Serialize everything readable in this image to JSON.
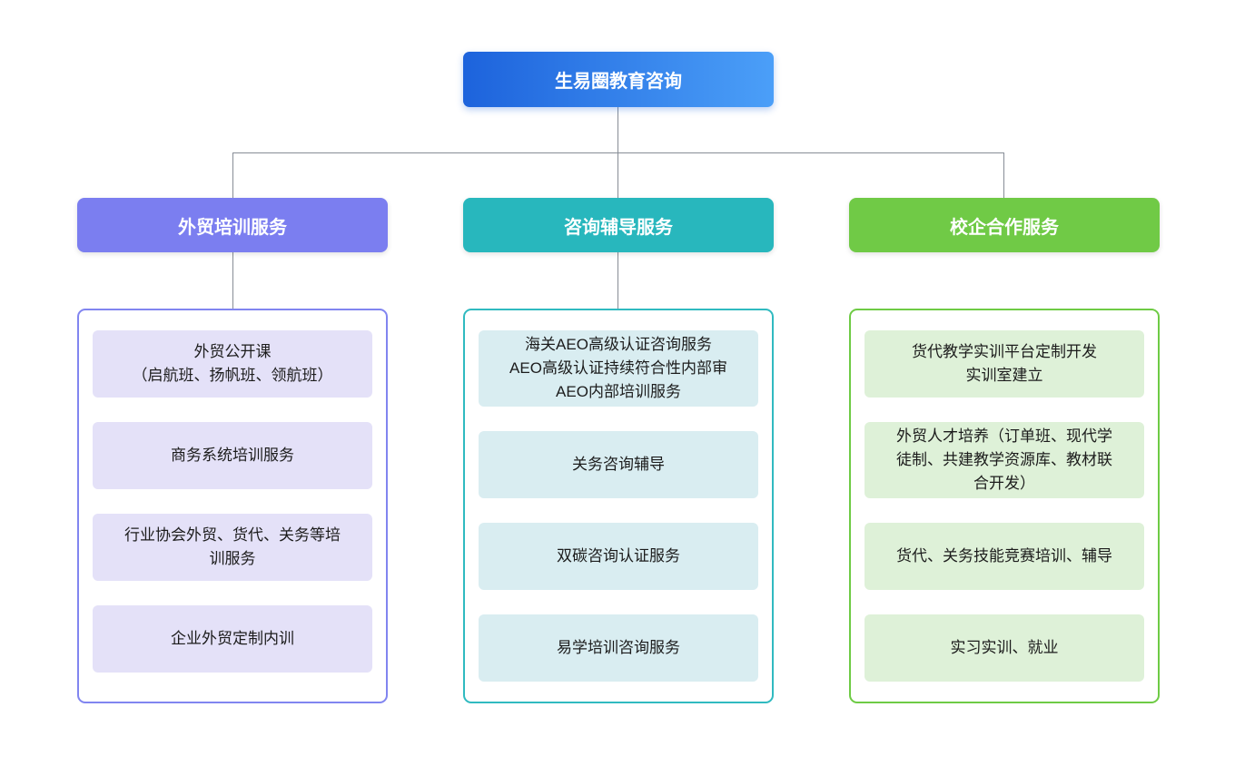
{
  "colors": {
    "root_gradient_start": "#1d63dc",
    "root_gradient_end": "#4b9ff8",
    "branch1_accent": "#7b7ef0",
    "branch1_item_bg": "#e4e1f8",
    "branch2_accent": "#28b7bd",
    "branch2_item_bg": "#d9edf1",
    "branch3_accent": "#70ca46",
    "branch3_item_bg": "#def1d8",
    "connector": "#878d96"
  },
  "root": {
    "label": "生易圈教育咨询"
  },
  "branches": [
    {
      "label": "外贸培训服务",
      "items": [
        "外贸公开课\n（启航班、扬帆班、领航班）",
        "商务系统培训服务",
        "行业协会外贸、货代、关务等培训服务",
        "企业外贸定制内训"
      ]
    },
    {
      "label": "咨询辅导服务",
      "items": [
        "海关AEO高级认证咨询服务\nAEO高级认证持续符合性内部审\nAEO内部培训服务",
        "关务咨询辅导",
        "双碳咨询认证服务",
        "易学培训咨询服务"
      ]
    },
    {
      "label": "校企合作服务",
      "items": [
        "货代教学实训平台定制开发\n实训室建立",
        "外贸人才培养（订单班、现代学徒制、共建教学资源库、教材联合开发）",
        "货代、关务技能竞赛培训、辅导",
        "实习实训、就业"
      ]
    }
  ]
}
